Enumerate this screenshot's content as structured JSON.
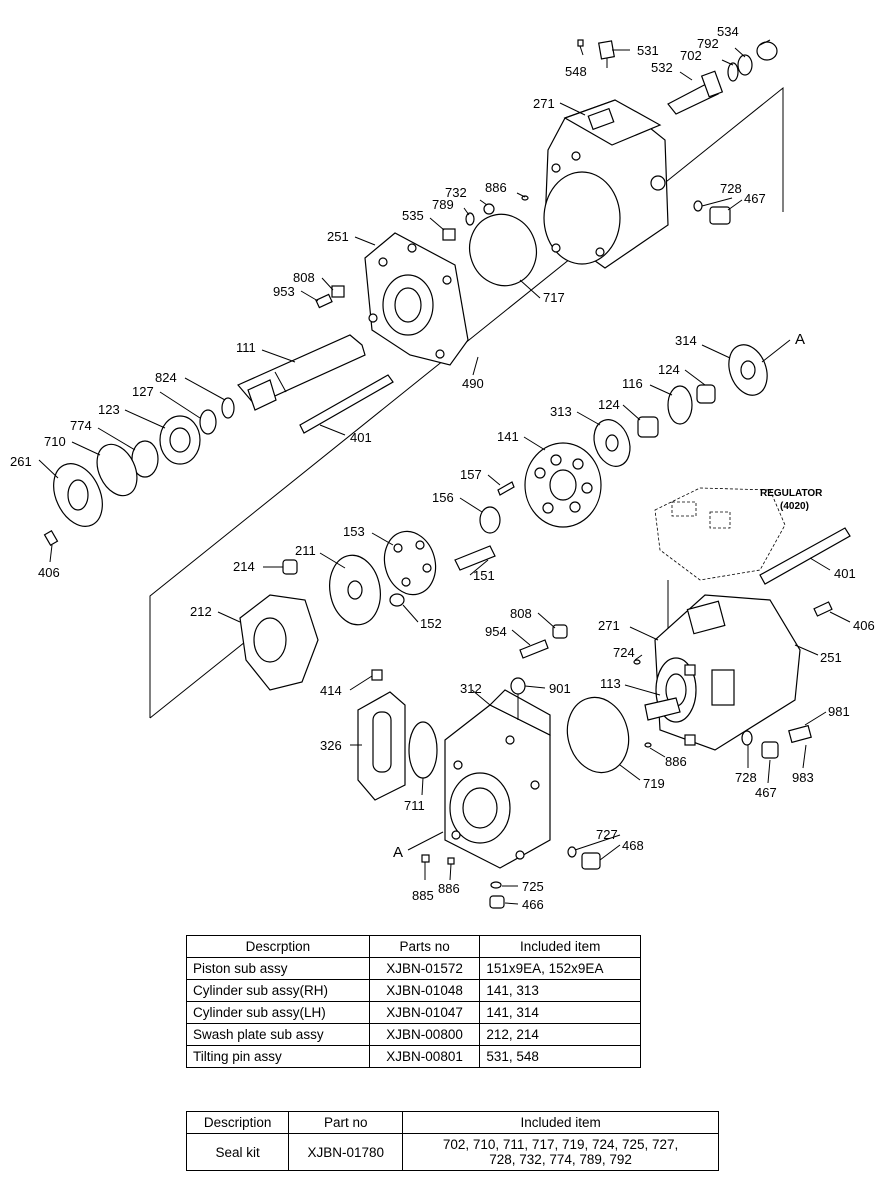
{
  "diagram": {
    "labels": {
      "l534": "534",
      "l792": "792",
      "l702": "702",
      "l531": "531",
      "l532": "532",
      "l548": "548",
      "l271a": "271",
      "l886a": "886",
      "l732": "732",
      "l789": "789",
      "l535": "535",
      "l728a": "728",
      "l467a": "467",
      "l251a": "251",
      "l717": "717",
      "l808a": "808",
      "l953": "953",
      "l111": "111",
      "l490": "490",
      "l824": "824",
      "l127": "127",
      "l123": "123",
      "l774": "774",
      "l710": "710",
      "l261": "261",
      "l406a": "406",
      "l401a": "401",
      "l314": "314",
      "lA1": "A",
      "l124a": "124",
      "l116": "116",
      "l124b": "124",
      "l313": "313",
      "l141": "141",
      "l157": "157",
      "l156": "156",
      "l153": "153",
      "l211": "211",
      "l214": "214",
      "l151": "151",
      "l152": "152",
      "l212": "212",
      "l401b": "401",
      "l271b": "271",
      "l406b": "406",
      "l251b": "251",
      "l724": "724",
      "l113": "113",
      "l981": "981",
      "l886b": "886",
      "l728b": "728",
      "l467b": "467",
      "l983": "983",
      "l808b": "808",
      "l954": "954",
      "l312": "312",
      "l901": "901",
      "l414": "414",
      "l326": "326",
      "l711": "711",
      "l719": "719",
      "lA2": "A",
      "l727": "727",
      "l468": "468",
      "l885": "885",
      "l886c": "886",
      "l725": "725",
      "l466": "466"
    },
    "regulator": {
      "line1": "REGULATOR",
      "line2": "(4020)"
    }
  },
  "table1": {
    "headers": [
      "Descrption",
      "Parts no",
      "Included item"
    ],
    "rows": [
      [
        "Piston sub assy",
        "XJBN-01572",
        "151x9EA, 152x9EA"
      ],
      [
        "Cylinder sub assy(RH)",
        "XJBN-01048",
        "141, 313"
      ],
      [
        "Cylinder sub assy(LH)",
        "XJBN-01047",
        "141, 314"
      ],
      [
        "Swash plate sub assy",
        "XJBN-00800",
        "212, 214"
      ],
      [
        "Tilting pin assy",
        "XJBN-00801",
        "531, 548"
      ]
    ]
  },
  "table2": {
    "headers": [
      "Description",
      "Part no",
      "Included item"
    ],
    "row": [
      "Seal kit",
      "XJBN-01780",
      "702, 710, 711, 717, 719, 724, 725, 727,",
      "728, 732, 774, 789, 792"
    ]
  }
}
